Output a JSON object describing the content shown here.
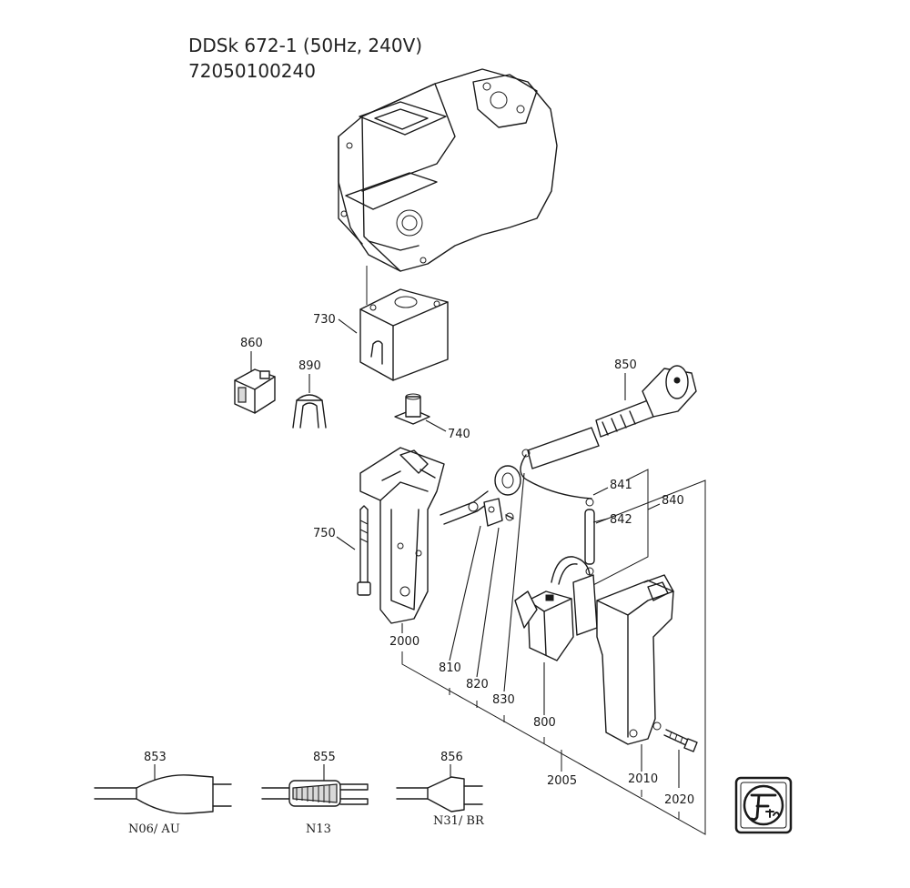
{
  "header": {
    "model": "DDSk 672-1 (50Hz, 240V)",
    "part_number": "72050100240"
  },
  "parts": {
    "p730": "730",
    "p860": "860",
    "p890": "890",
    "p740": "740",
    "p850": "850",
    "p841": "841",
    "p842": "842",
    "p840": "840",
    "p750": "750",
    "p2000": "2000",
    "p810": "810",
    "p820": "820",
    "p830": "830",
    "p800": "800",
    "p2005": "2005",
    "p2010": "2010",
    "p2020": "2020",
    "p853": "853",
    "p855": "855",
    "p856": "856"
  },
  "plug_variants": {
    "v853": "N06/ AU",
    "v855": "N13",
    "v856": "N31/ BR"
  },
  "logo": {
    "brand": "Fein",
    "icon": "fein-logo-icon"
  }
}
